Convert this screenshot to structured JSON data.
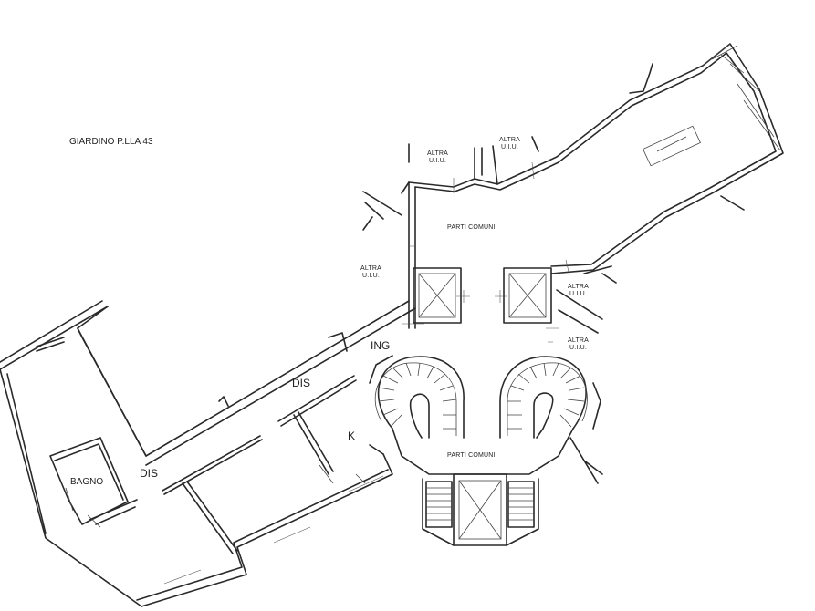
{
  "labels": {
    "garden": "GIARDINO P.LLA 43",
    "common_top": "PARTI COMUNI",
    "common_bottom": "PARTI COMUNI",
    "altra_1_a": "ALTRA",
    "altra_1_b": "U.I.U.",
    "altra_2_a": "ALTRA",
    "altra_2_b": "U.I.U.",
    "altra_3_a": "ALTRA",
    "altra_3_b": "U.I.U.",
    "altra_4_a": "ALTRA",
    "altra_4_b": "U.I.U.",
    "altra_5_a": "ALTRA",
    "altra_5_b": "U.I.U.",
    "ing": "ING",
    "dis_1": "DIS",
    "dis_2": "DIS",
    "k": "K",
    "bagno": "BAGNO"
  }
}
